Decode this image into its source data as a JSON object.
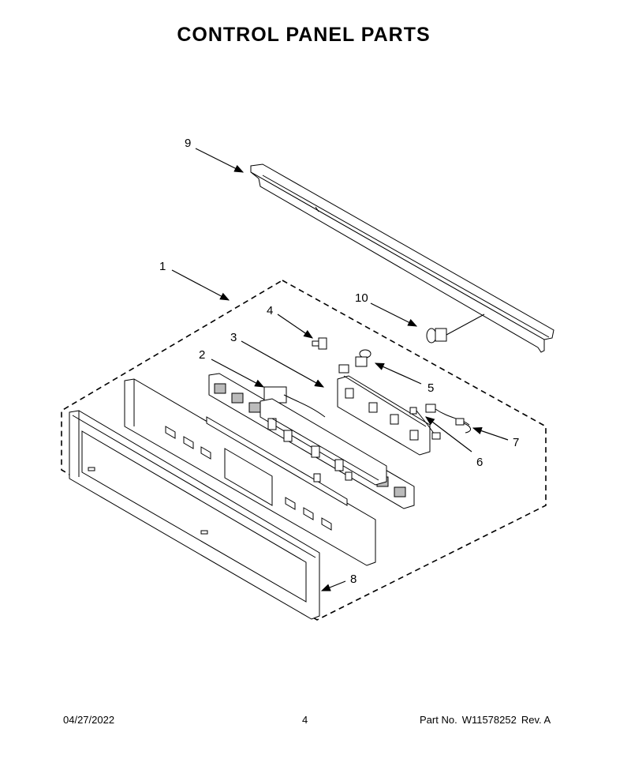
{
  "title": "CONTROL PANEL PARTS",
  "callouts": {
    "c1": "1",
    "c2": "2",
    "c3": "3",
    "c4": "4",
    "c5": "5",
    "c6": "6",
    "c7": "7",
    "c8": "8",
    "c9": "9",
    "c10": "10"
  },
  "footer": {
    "date": "04/27/2022",
    "page": "4",
    "part_label": "Part No.",
    "part_number": "W11578252",
    "rev": "Rev.  A"
  }
}
